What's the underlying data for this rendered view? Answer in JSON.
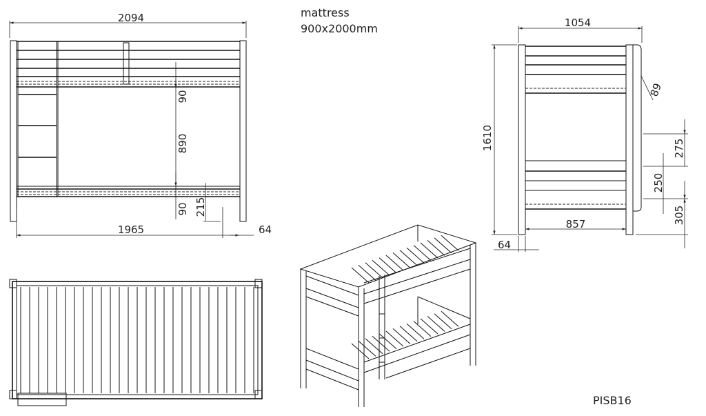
{
  "note": {
    "line1": "mattress",
    "line2": "900x2000mm"
  },
  "front_view": {
    "overall_length": "2094",
    "clearance_upper": "90",
    "deck_gap": "890",
    "clearance_lower": "90",
    "floor_height": "215",
    "inner_length": "1965",
    "post_width": "64"
  },
  "side_view": {
    "overall_width": "1054",
    "overall_height": "1610",
    "rail_offset": "89",
    "rung_spacing_upper": "275",
    "rung_spacing_middle": "250",
    "rung_height_lower": "305",
    "inner_width": "857",
    "post_width": "64"
  },
  "model_code": "PISB16"
}
